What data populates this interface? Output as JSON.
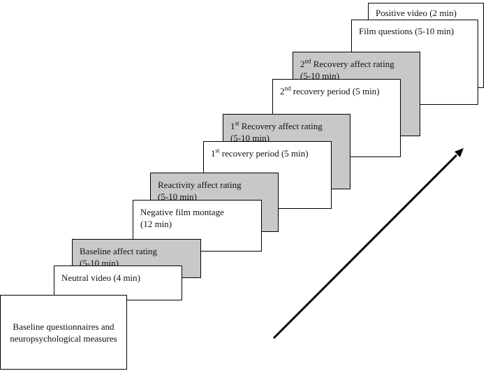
{
  "steps": [
    {
      "id": "s1",
      "label": "Baseline questionnaires and neuropsychological measures",
      "shaded": false
    },
    {
      "id": "s2",
      "label": "Neutral video (4 min)",
      "shaded": false
    },
    {
      "id": "s3",
      "line1": "Baseline affect rating",
      "line2": "(5-10 min)",
      "shaded": true
    },
    {
      "id": "s4",
      "line1": "Negative film montage",
      "line2": "(12 min)",
      "shaded": false
    },
    {
      "id": "s5",
      "line1": "Reactivity affect rating",
      "line2": "(5-10 min)",
      "shaded": true
    },
    {
      "id": "s6",
      "ordinal": "1",
      "sup": "st",
      "rest": " recovery period (5 min)",
      "shaded": false
    },
    {
      "id": "s7",
      "ordinal": "1",
      "sup": "st",
      "rest": " Recovery affect rating",
      "line2": "(5-10 min)",
      "shaded": true
    },
    {
      "id": "s8",
      "ordinal": "2",
      "sup": "nd",
      "rest": " recovery period (5 min)",
      "shaded": false
    },
    {
      "id": "s9",
      "ordinal": "2",
      "sup": "nd",
      "rest": " Recovery affect rating",
      "line2": "(5-10 min)",
      "shaded": true
    },
    {
      "id": "s10",
      "label": "Film questions (5-10 min)",
      "shaded": false
    },
    {
      "id": "s11",
      "label": "Positive video (2 min)",
      "shaded": false
    }
  ],
  "colors": {
    "shaded": "#c8c8c8",
    "border": "#000000",
    "background": "#ffffff"
  },
  "arrow": {
    "direction": "up-right"
  }
}
